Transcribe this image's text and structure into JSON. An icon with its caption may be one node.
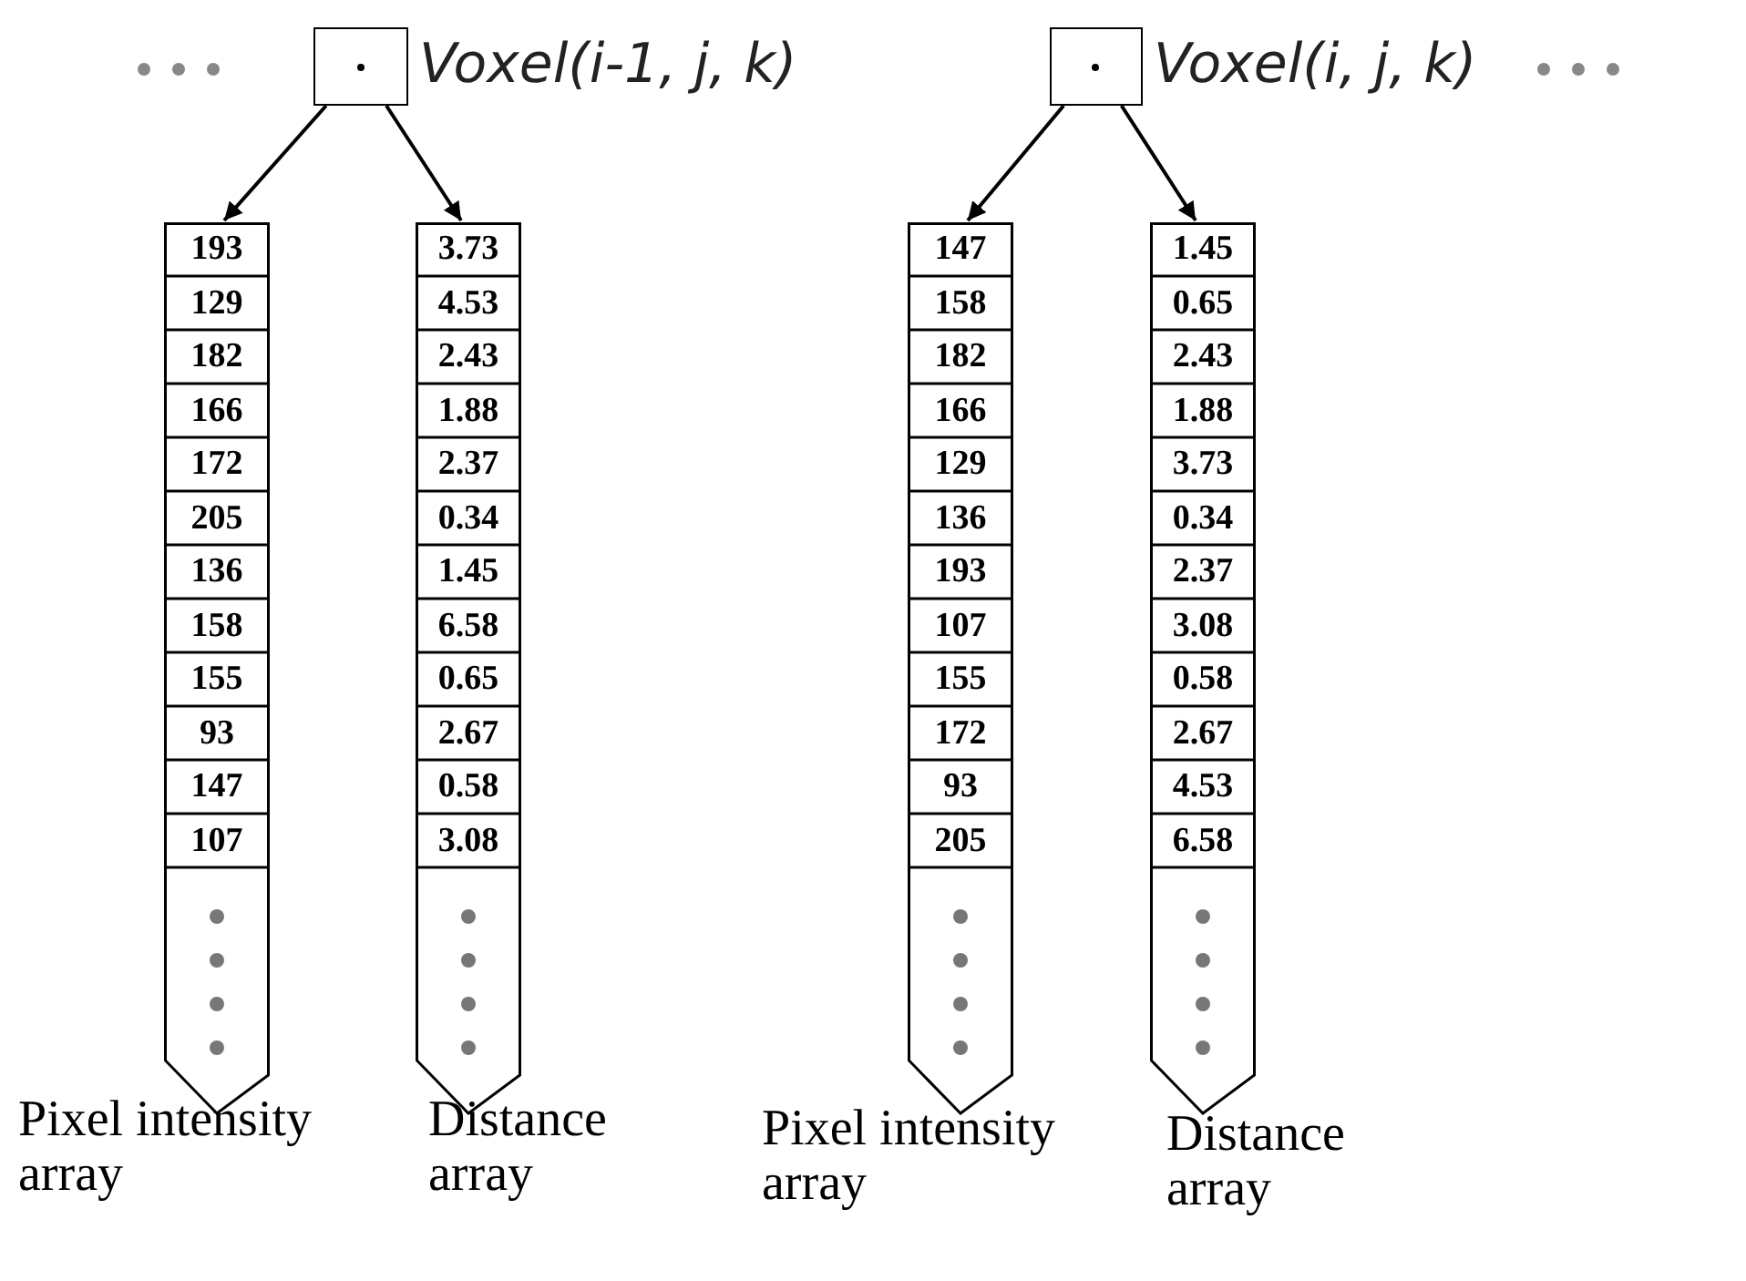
{
  "diagram": {
    "nodes": [
      {
        "text": [],
        "shape": "box",
        "beside": [
          "Voxel(i-1, j, k)"
        ]
      },
      {
        "text": [
          "193",
          "129",
          "182",
          "166",
          "172",
          "205",
          "136",
          "158",
          "155",
          "93",
          "147",
          "107"
        ],
        "beside": [
          "Pixel intensity array"
        ]
      },
      {
        "text": [
          "3.73",
          "4.53",
          "2.43",
          "1.88",
          "2.37",
          "0.34",
          "1.45",
          "6.58",
          "0.65",
          "2.67",
          "0.58",
          "3.08"
        ],
        "beside": [
          "Distance array"
        ]
      },
      {
        "text": [],
        "shape": "box",
        "beside": [
          "Voxel(i, j, k)"
        ]
      },
      {
        "text": [
          "147",
          "158",
          "182",
          "166",
          "129",
          "136",
          "193",
          "107",
          "155",
          "172",
          "93",
          "205"
        ],
        "beside": [
          "Pixel intensity array"
        ]
      },
      {
        "text": [
          "1.45",
          "0.65",
          "2.43",
          "1.88",
          "3.73",
          "0.34",
          "2.37",
          "3.08",
          "0.58",
          "2.67",
          "4.53",
          "6.58"
        ],
        "beside": [
          "Distance array"
        ]
      }
    ],
    "edges": [
      {
        "from": 0,
        "to": 1,
        "arrow": "to"
      },
      {
        "from": 0,
        "to": 2,
        "arrow": "to"
      },
      {
        "from": 3,
        "to": 4,
        "arrow": "to"
      },
      {
        "from": 3,
        "to": 5,
        "arrow": "to"
      }
    ]
  }
}
